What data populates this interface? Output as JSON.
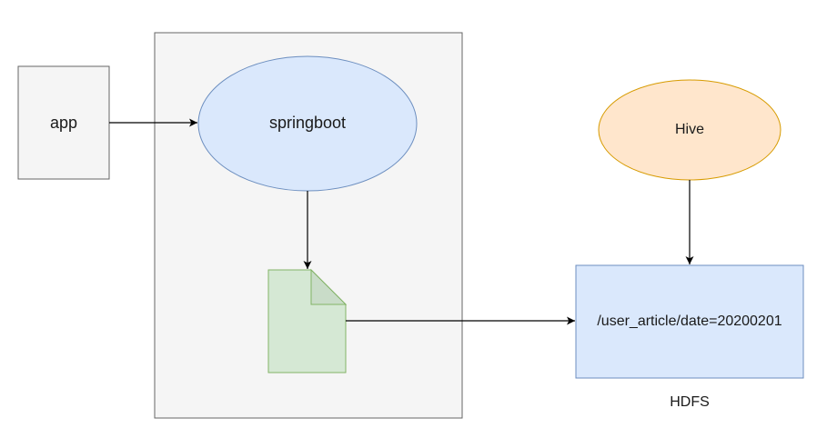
{
  "nodes": {
    "app": {
      "label": "app"
    },
    "springboot": {
      "label": "springboot"
    },
    "hive": {
      "label": "Hive"
    },
    "hdfs_path": {
      "label": "/user_article/date=20200201"
    },
    "hdfs_caption": {
      "label": "HDFS"
    }
  },
  "edges": [
    {
      "from": "app",
      "to": "springboot"
    },
    {
      "from": "springboot",
      "to": "file"
    },
    {
      "from": "file",
      "to": "hdfs_path"
    },
    {
      "from": "hive",
      "to": "hdfs_path"
    }
  ],
  "colors": {
    "container_fill": "#f5f5f5",
    "container_stroke": "#666666",
    "app_fill": "#f5f5f5",
    "app_stroke": "#666666",
    "springboot_fill": "#dae8fc",
    "springboot_stroke": "#6c8ebf",
    "hive_fill": "#ffe6cc",
    "hive_stroke": "#d79b00",
    "file_fill": "#d5e8d4",
    "file_stroke": "#82b366",
    "hdfs_fill": "#dae8fc",
    "hdfs_stroke": "#6c8ebf",
    "edge": "#000000"
  }
}
